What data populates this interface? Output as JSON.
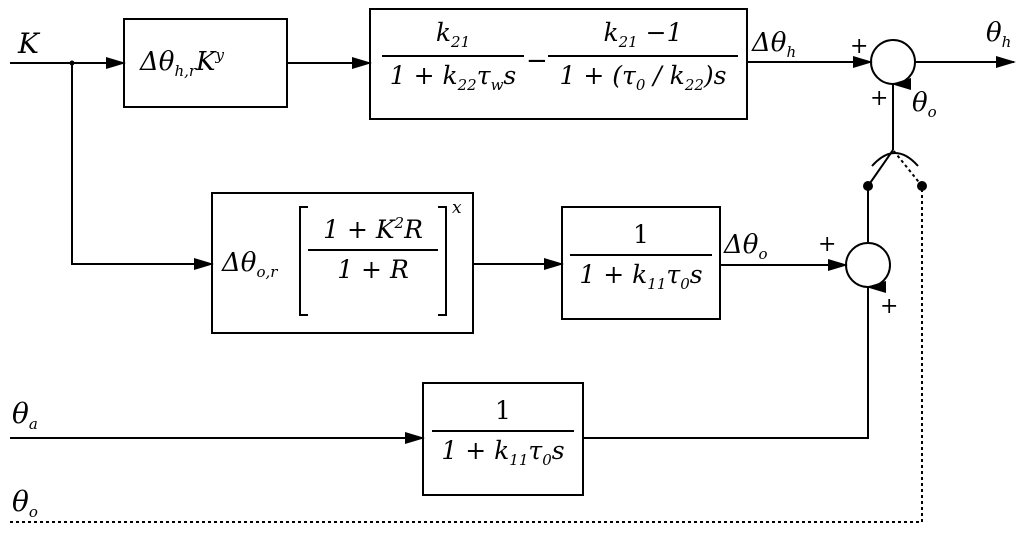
{
  "inputs": {
    "K": "K",
    "theta_a": "θ",
    "theta_a_sub": "a",
    "theta_o": "θ",
    "theta_o_sub": "o"
  },
  "blocks": {
    "hotspot_gain": {
      "delta": "Δθ",
      "sub": "h,r",
      "base": "K",
      "exp": "y"
    },
    "hotspot_dynamic": {
      "term1_num": "k",
      "term1_num_sub": "21",
      "term1_den_a": "1 + k",
      "term1_den_sub": "22",
      "term1_den_b": "τ",
      "term1_den_sub2": "w",
      "term1_den_c": "s",
      "minus": "−",
      "term2_num": "k",
      "term2_num_sub": "21",
      "term2_num_tail": " −1",
      "term2_den_a": "1 + (τ",
      "term2_den_sub": "0",
      "term2_den_b": " / k",
      "term2_den_sub2": "22",
      "term2_den_c": ")s"
    },
    "topoil_gain": {
      "delta": "Δθ",
      "sub": "o,r",
      "num": "1 + K",
      "num_sup": "2",
      "num_tail": "R",
      "den": "1 + R",
      "exp": "x"
    },
    "topoil_dynamic": {
      "num": "1",
      "den_a": "1 + k",
      "den_sub": "11",
      "den_b": "τ",
      "den_sub2": "0",
      "den_c": "s"
    },
    "ambient_dynamic": {
      "num": "1",
      "den_a": "1 + k",
      "den_sub": "11",
      "den_b": "τ",
      "den_sub2": "0",
      "den_c": "s"
    }
  },
  "signals": {
    "delta_theta_h": "Δθ",
    "delta_theta_h_sub": "h",
    "delta_theta_o": "Δθ",
    "delta_theta_o_sub": "o",
    "theta_h": "θ",
    "theta_h_sub": "h",
    "theta_o_feedback": "θ",
    "theta_o_feedback_sub": "o"
  },
  "summing_signs": {
    "top_left": "+",
    "top_bottom": "+",
    "mid_left": "+",
    "mid_bottom": "+"
  },
  "colors": {
    "line": "#000000",
    "background": "#ffffff"
  }
}
